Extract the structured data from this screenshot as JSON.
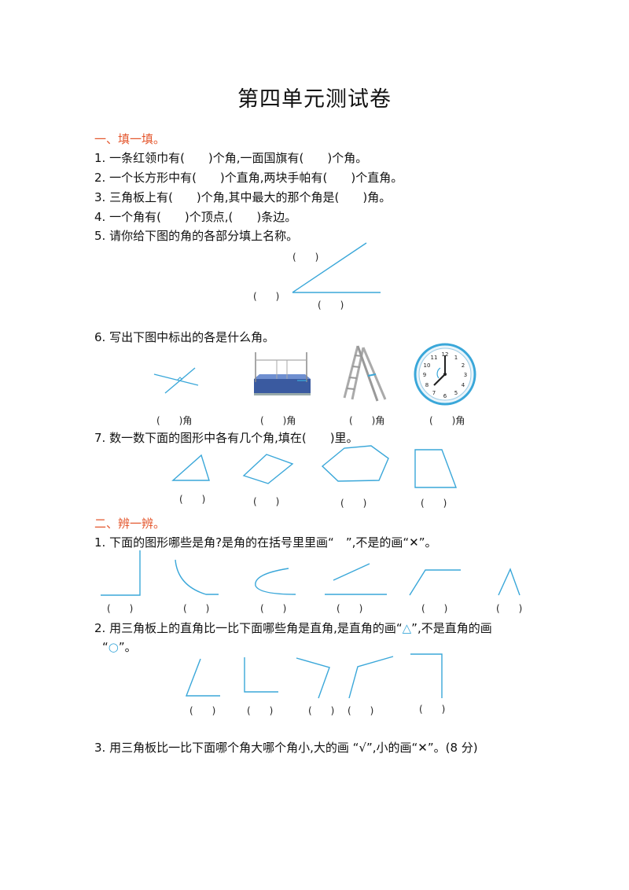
{
  "title": "第四单元测试卷",
  "section1": {
    "heading": "一、填一填。",
    "q1": "1. 一条红领巾有(　　)个角,一面国旗有(　　)个角。",
    "q2": "2. 一个长方形中有(　　)个直角,两块手帕有(　　)个直角。",
    "q3": "3. 三角板上有(　　)个角,其中最大的那个角是(　　)角。",
    "q4": "4. 一个角有(　　)个顶点,(　　)条边。",
    "q5": "5. 请你给下图的角的各部分填上名称。",
    "q5_blank": "(　　)",
    "q6": "6. 写出下图中标出的各是什么角。",
    "q6_blank": "(　　)角",
    "q6_images": [
      "crossing-lines",
      "trampoline",
      "ladder",
      "clock"
    ],
    "clock_numbers": [
      "12",
      "1",
      "2",
      "3",
      "4",
      "5",
      "6",
      "7",
      "8",
      "9",
      "10",
      "11"
    ],
    "q7": "7. 数一数下面的图形中各有几个角,填在(　　)里。",
    "q7_blank": "(　　)"
  },
  "section2": {
    "heading": "二、辨一辨。",
    "q1": "1. 下面的图形哪些是角?是角的在括号里里画“　”,不是的画“✕”。",
    "q1_blank": "(　　)",
    "q2_line1_a": "2. 用三角板上的直角比一比下面哪些角是直角,是直角的画“",
    "q2_triangle": "△",
    "q2_line1_b": "”,不是直角的画",
    "q2_line2_a": "“",
    "q2_circle": "○",
    "q2_line2_b": "”。",
    "q2_blank": "(　　)",
    "q3": "3. 用三角板比一比下面哪个角大哪个角小,大的画 “√”,小的画“✕”。(8 分)"
  },
  "colors": {
    "accent": "#e4572e",
    "figure": "#3aa7d9"
  }
}
